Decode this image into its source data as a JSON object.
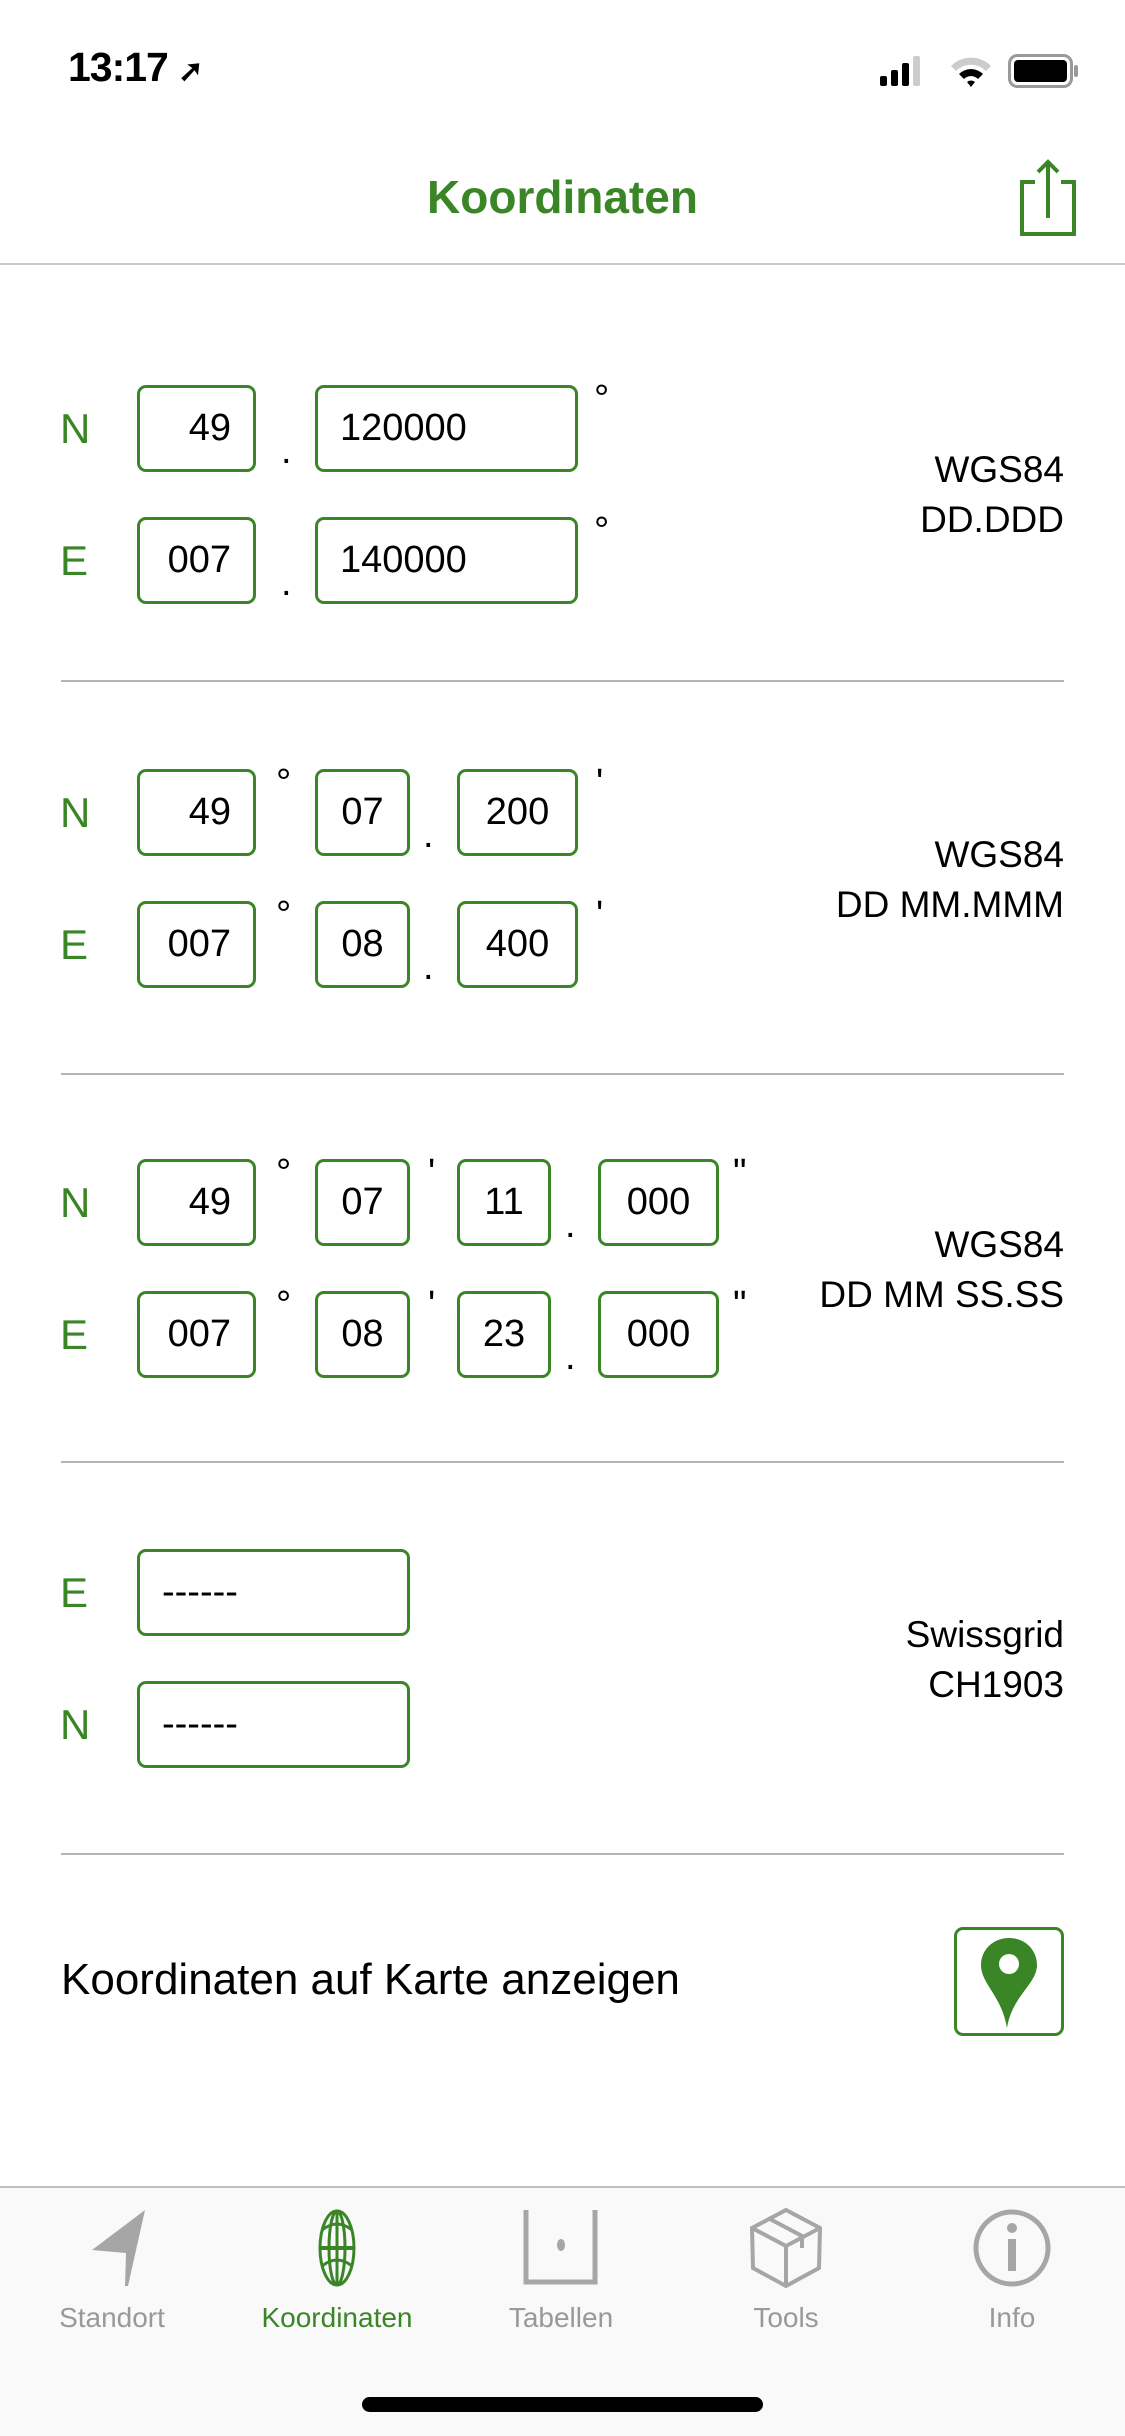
{
  "status_bar": {
    "time": "13:17"
  },
  "header": {
    "title": "Koordinaten"
  },
  "sections": [
    {
      "rows": [
        {
          "axis": "N",
          "fields": [
            "49",
            "120000"
          ],
          "seps": [
            ".",
            "°"
          ]
        },
        {
          "axis": "E",
          "fields": [
            "007",
            "140000"
          ],
          "seps": [
            ".",
            "°"
          ]
        }
      ],
      "system": "WGS84",
      "format": "DD.DDD"
    },
    {
      "rows": [
        {
          "axis": "N",
          "fields": [
            "49",
            "07",
            "200"
          ],
          "seps": [
            "°",
            ".",
            "'"
          ]
        },
        {
          "axis": "E",
          "fields": [
            "007",
            "08",
            "400"
          ],
          "seps": [
            "°",
            ".",
            "'"
          ]
        }
      ],
      "system": "WGS84",
      "format": "DD MM.MMM"
    },
    {
      "rows": [
        {
          "axis": "N",
          "fields": [
            "49",
            "07",
            "11",
            "000"
          ],
          "seps": [
            "°",
            "'",
            ".",
            "\""
          ]
        },
        {
          "axis": "E",
          "fields": [
            "007",
            "08",
            "23",
            "000"
          ],
          "seps": [
            "°",
            "'",
            ".",
            "\""
          ]
        }
      ],
      "system": "WGS84",
      "format": "DD MM SS.SS"
    },
    {
      "rows": [
        {
          "axis": "E",
          "fields": [
            "------"
          ]
        },
        {
          "axis": "N",
          "fields": [
            "------"
          ]
        }
      ],
      "system": "Swissgrid",
      "format": "CH1903"
    }
  ],
  "map_row": {
    "label": "Koordinaten auf Karte anzeigen"
  },
  "tabs": [
    {
      "label": "Standort"
    },
    {
      "label": "Koordinaten",
      "active": true
    },
    {
      "label": "Tabellen"
    },
    {
      "label": "Tools"
    },
    {
      "label": "Info"
    }
  ],
  "colors": {
    "accent": "#3a8526",
    "inactive": "#a6a6a6"
  }
}
